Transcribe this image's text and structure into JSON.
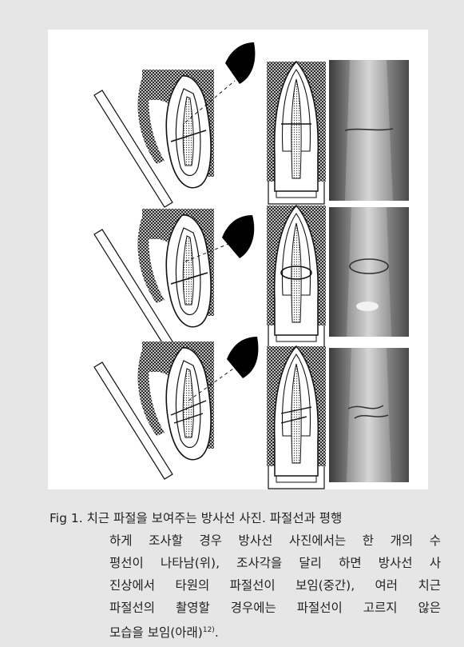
{
  "figure": {
    "panels": [
      {
        "position": "top",
        "fracture": "horizontal-line"
      },
      {
        "position": "middle",
        "fracture": "elliptical-line"
      },
      {
        "position": "bottom",
        "fracture": "multiple-lines"
      }
    ]
  },
  "caption": {
    "label": "Fig 1.",
    "lines": [
      "치근 파절을 보여주는 방사선 사진. 파절선과 평행",
      "하게 조사할 경우 방사선 사진에서는 한 개의 수",
      "평선이 나타남(위), 조사각을 달리 하면 방사선 사",
      "진상에서 타원의 파절선이 보임(중간), 여러 치근",
      "파절선의 촬영할 경우에는 파절선이 고르지 않은",
      "모습을 보임(아래)"
    ],
    "reference": "12)",
    "end": "."
  }
}
